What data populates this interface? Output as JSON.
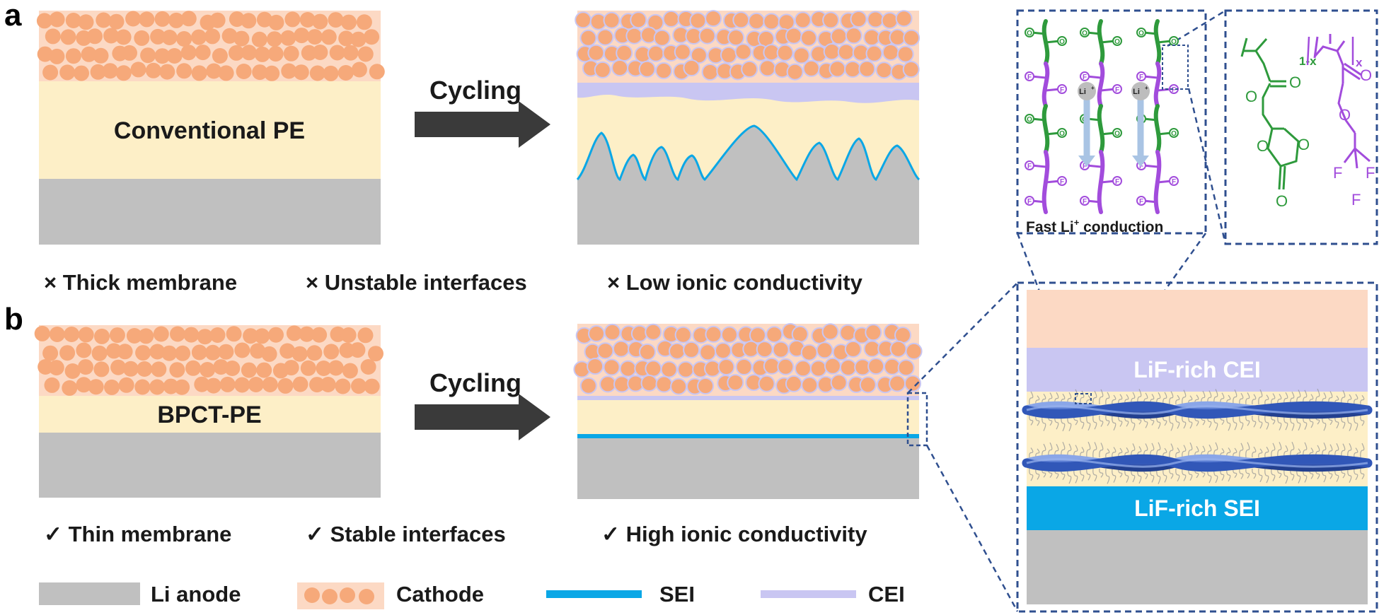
{
  "panels": {
    "a": "a",
    "b": "b"
  },
  "panel_a": {
    "electrolyte_label": "Conventional PE",
    "arrow_label": "Cycling",
    "drawbacks": [
      "× Thick membrane",
      "× Unstable interfaces",
      "× Low ionic conductivity"
    ]
  },
  "panel_b": {
    "electrolyte_label": "BPCT-PE",
    "arrow_label": "Cycling",
    "advantages": [
      "✓ Thin membrane",
      "✓ Stable interfaces",
      "✓ High ionic conductivity"
    ]
  },
  "legend": [
    {
      "label": "Li anode",
      "color": "#c0c0c0"
    },
    {
      "label": "Cathode",
      "color": "#f6a97a"
    },
    {
      "label": "SEI",
      "color": "#0aa7e6"
    },
    {
      "label": "CEI",
      "color": "#c9c6f2"
    }
  ],
  "zoom": {
    "cei_label": "LiF-rich CEI",
    "sei_label": "LiF-rich SEI",
    "conduction_label": "Fast Li",
    "conduction_sup": "+",
    "conduction_suffix": " conduction",
    "ion_label": "Li",
    "ion_sup": "+"
  },
  "chem": {
    "atom_o": "O",
    "atom_f": "F",
    "sub_1x": "1-x",
    "sub_x": "x"
  },
  "colors": {
    "cathode_bg": "#fcd9c4",
    "cathode_particle": "#f6a97a",
    "electrolyte": "#fdefc7",
    "anode": "#c0c0c0",
    "sei": "#0aa7e6",
    "cei": "#c9c6f2",
    "polymer_green": "#2e9a3c",
    "polymer_purple": "#a24cdc",
    "dash_blue": "#2f4f8f",
    "arrow": "#3a3a3a"
  }
}
